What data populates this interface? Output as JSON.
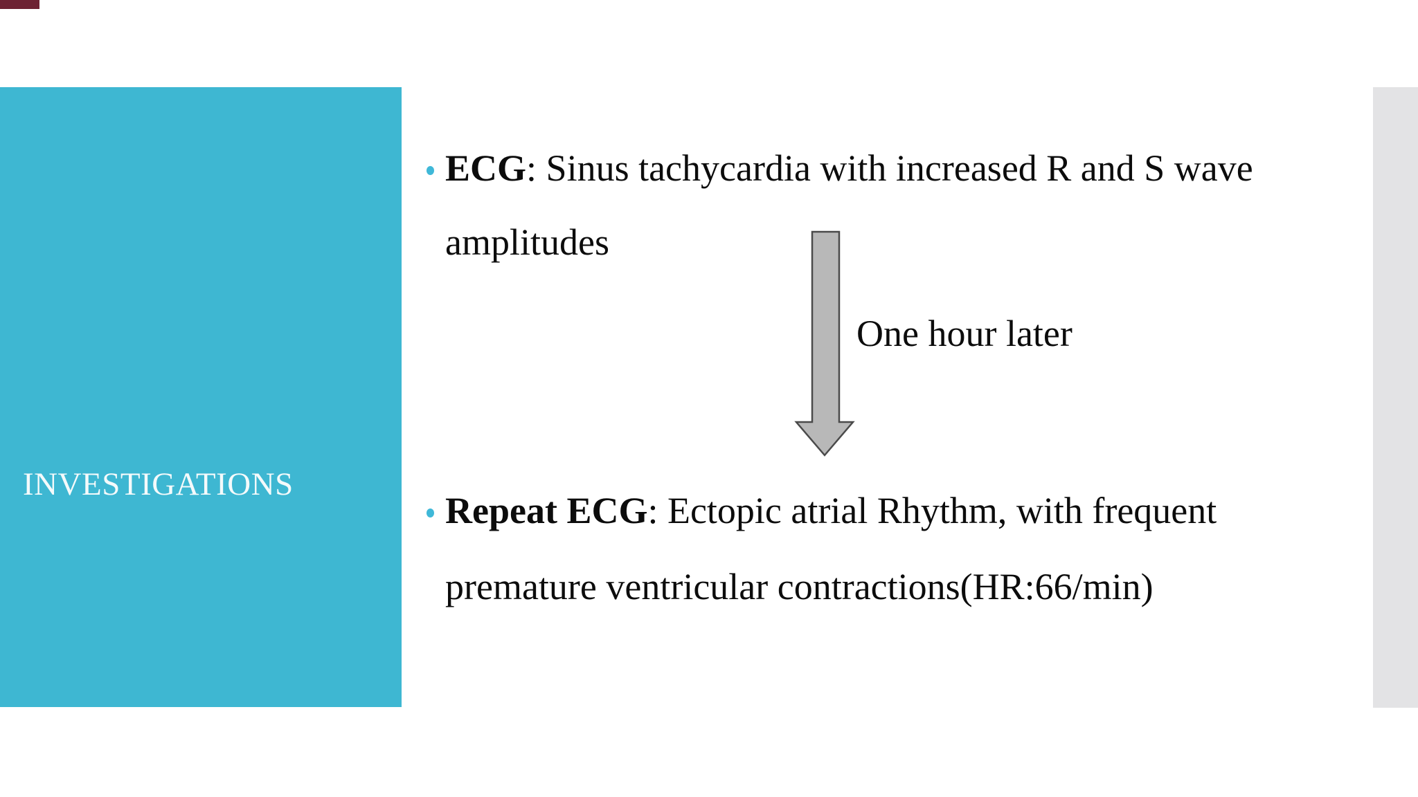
{
  "slide": {
    "title": "INVESTIGATIONS",
    "bullets": [
      {
        "bold": "ECG",
        "line1_rest": ": Sinus tachycardia with increased R and S wave",
        "line2": "amplitudes"
      },
      {
        "bold": "Repeat ECG",
        "line1_rest": ": Ectopic atrial Rhythm, with frequent",
        "line2": "premature ventricular contractions(HR:66/min)"
      }
    ],
    "arrow_label": "One hour later",
    "colors": {
      "sidebar_teal": "#3eb7d2",
      "bullet_teal": "#3fb8d8",
      "accent_gray": "#e3e3e5",
      "arrow_fill": "#b8b8b8",
      "arrow_border": "#4a4a4a",
      "body_text": "#0c0c0c",
      "title_text": "#f4fafb",
      "corner_red": "#6d2233"
    }
  }
}
